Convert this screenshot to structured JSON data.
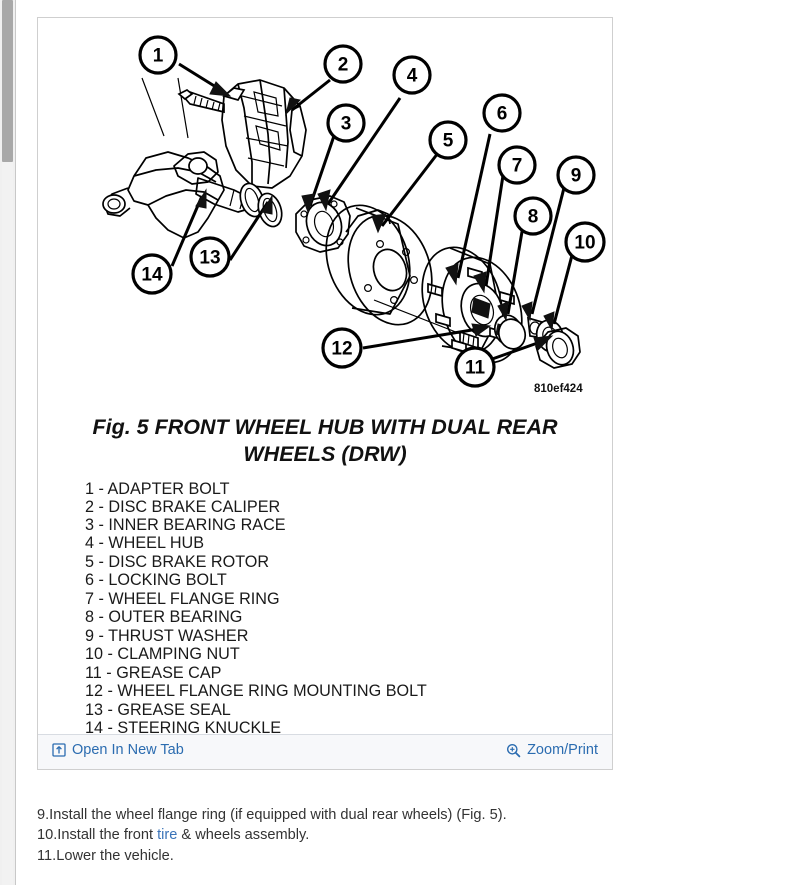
{
  "figure": {
    "title_line1": "Fig. 5 FRONT WHEEL HUB WITH DUAL REAR",
    "title_line2": "WHEELS (DRW)",
    "code": "810ef424",
    "legend": [
      {
        "num": "1",
        "text": "1 - ADAPTER BOLT"
      },
      {
        "num": "2",
        "text": "2 - DISC BRAKE CALIPER"
      },
      {
        "num": "3",
        "text": "3 - INNER BEARING RACE"
      },
      {
        "num": "4",
        "text": "4 - WHEEL HUB"
      },
      {
        "num": "5",
        "text": "5 - DISC BRAKE ROTOR"
      },
      {
        "num": "6",
        "text": "6 - LOCKING BOLT"
      },
      {
        "num": "7",
        "text": "7 - WHEEL FLANGE RING"
      },
      {
        "num": "8",
        "text": "8 - OUTER BEARING"
      },
      {
        "num": "9",
        "text": "9 - THRUST WASHER"
      },
      {
        "num": "10",
        "text": "10 - CLAMPING NUT"
      },
      {
        "num": "11",
        "text": "11 - GREASE CAP"
      },
      {
        "num": "12",
        "text": "12 - WHEEL FLANGE RING MOUNTING BOLT"
      },
      {
        "num": "13",
        "text": "13 - GREASE SEAL"
      },
      {
        "num": "14",
        "text": "14 - STEERING KNUCKLE"
      }
    ],
    "callouts": [
      "1",
      "2",
      "3",
      "4",
      "5",
      "6",
      "7",
      "8",
      "9",
      "10",
      "11",
      "12",
      "13",
      "14"
    ]
  },
  "actions": {
    "open_in_new_tab": "Open In New Tab",
    "open_in_new_tab_icon": "open-in-new-tab-icon",
    "zoom_print": "Zoom/Print",
    "zoom_print_icon": "magnifier-plus-icon",
    "link_color": "#2b6cb0",
    "bar_background": "#f7f8fa"
  },
  "instructions": [
    {
      "num": "9. ",
      "before": "Install the wheel flange ring (if equipped with dual rear wheels) (Fig. 5).",
      "link": "",
      "after": ""
    },
    {
      "num": "10.",
      "before": "Install the front ",
      "link": "tire",
      "after": " & wheels assembly."
    },
    {
      "num": "11.",
      "before": "Lower the vehicle.",
      "link": "",
      "after": ""
    }
  ],
  "colors": {
    "page_background": "#ffffff",
    "panel_border": "#cfcfcf",
    "text": "#333333",
    "inline_link": "#3a73b8",
    "scrollbar_thumb": "#a8a8a8"
  }
}
